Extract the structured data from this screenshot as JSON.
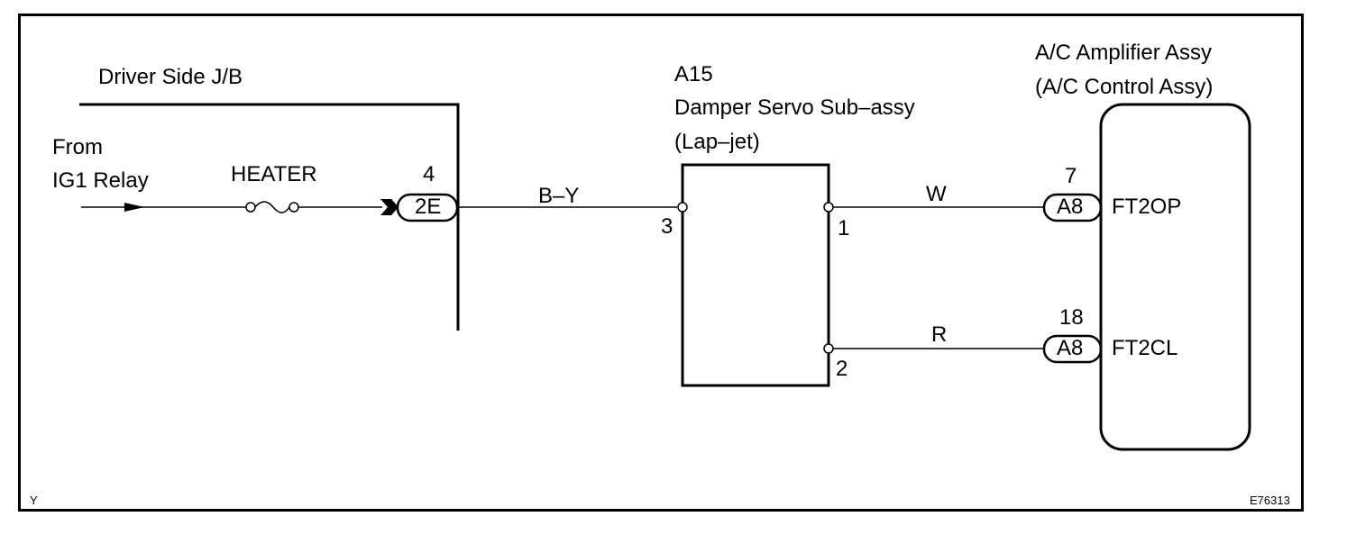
{
  "junction_block": {
    "label": "Driver Side J/B"
  },
  "source": {
    "line1": "From",
    "line2": "IG1 Relay"
  },
  "fuse": {
    "label": "HEATER"
  },
  "connector_2e": {
    "pin": "4",
    "label": "2E"
  },
  "wire_by": {
    "label": "B–Y"
  },
  "servo": {
    "id": "A15",
    "name": "Damper Servo Sub–assy",
    "variant": "(Lap–jet)",
    "pin_left": "3",
    "pin_top": "1",
    "pin_bottom": "2"
  },
  "wire_w": {
    "label": "W"
  },
  "wire_r": {
    "label": "R"
  },
  "amplifier": {
    "name": "A/C Amplifier Assy",
    "alias": "(A/C Control Assy)",
    "conn_top": {
      "pin": "7",
      "label": "A8",
      "terminal": "FT2OP"
    },
    "conn_bottom": {
      "pin": "18",
      "label": "A8",
      "terminal": "FT2CL"
    }
  },
  "footer": {
    "left": "Y",
    "right": "E76313"
  }
}
